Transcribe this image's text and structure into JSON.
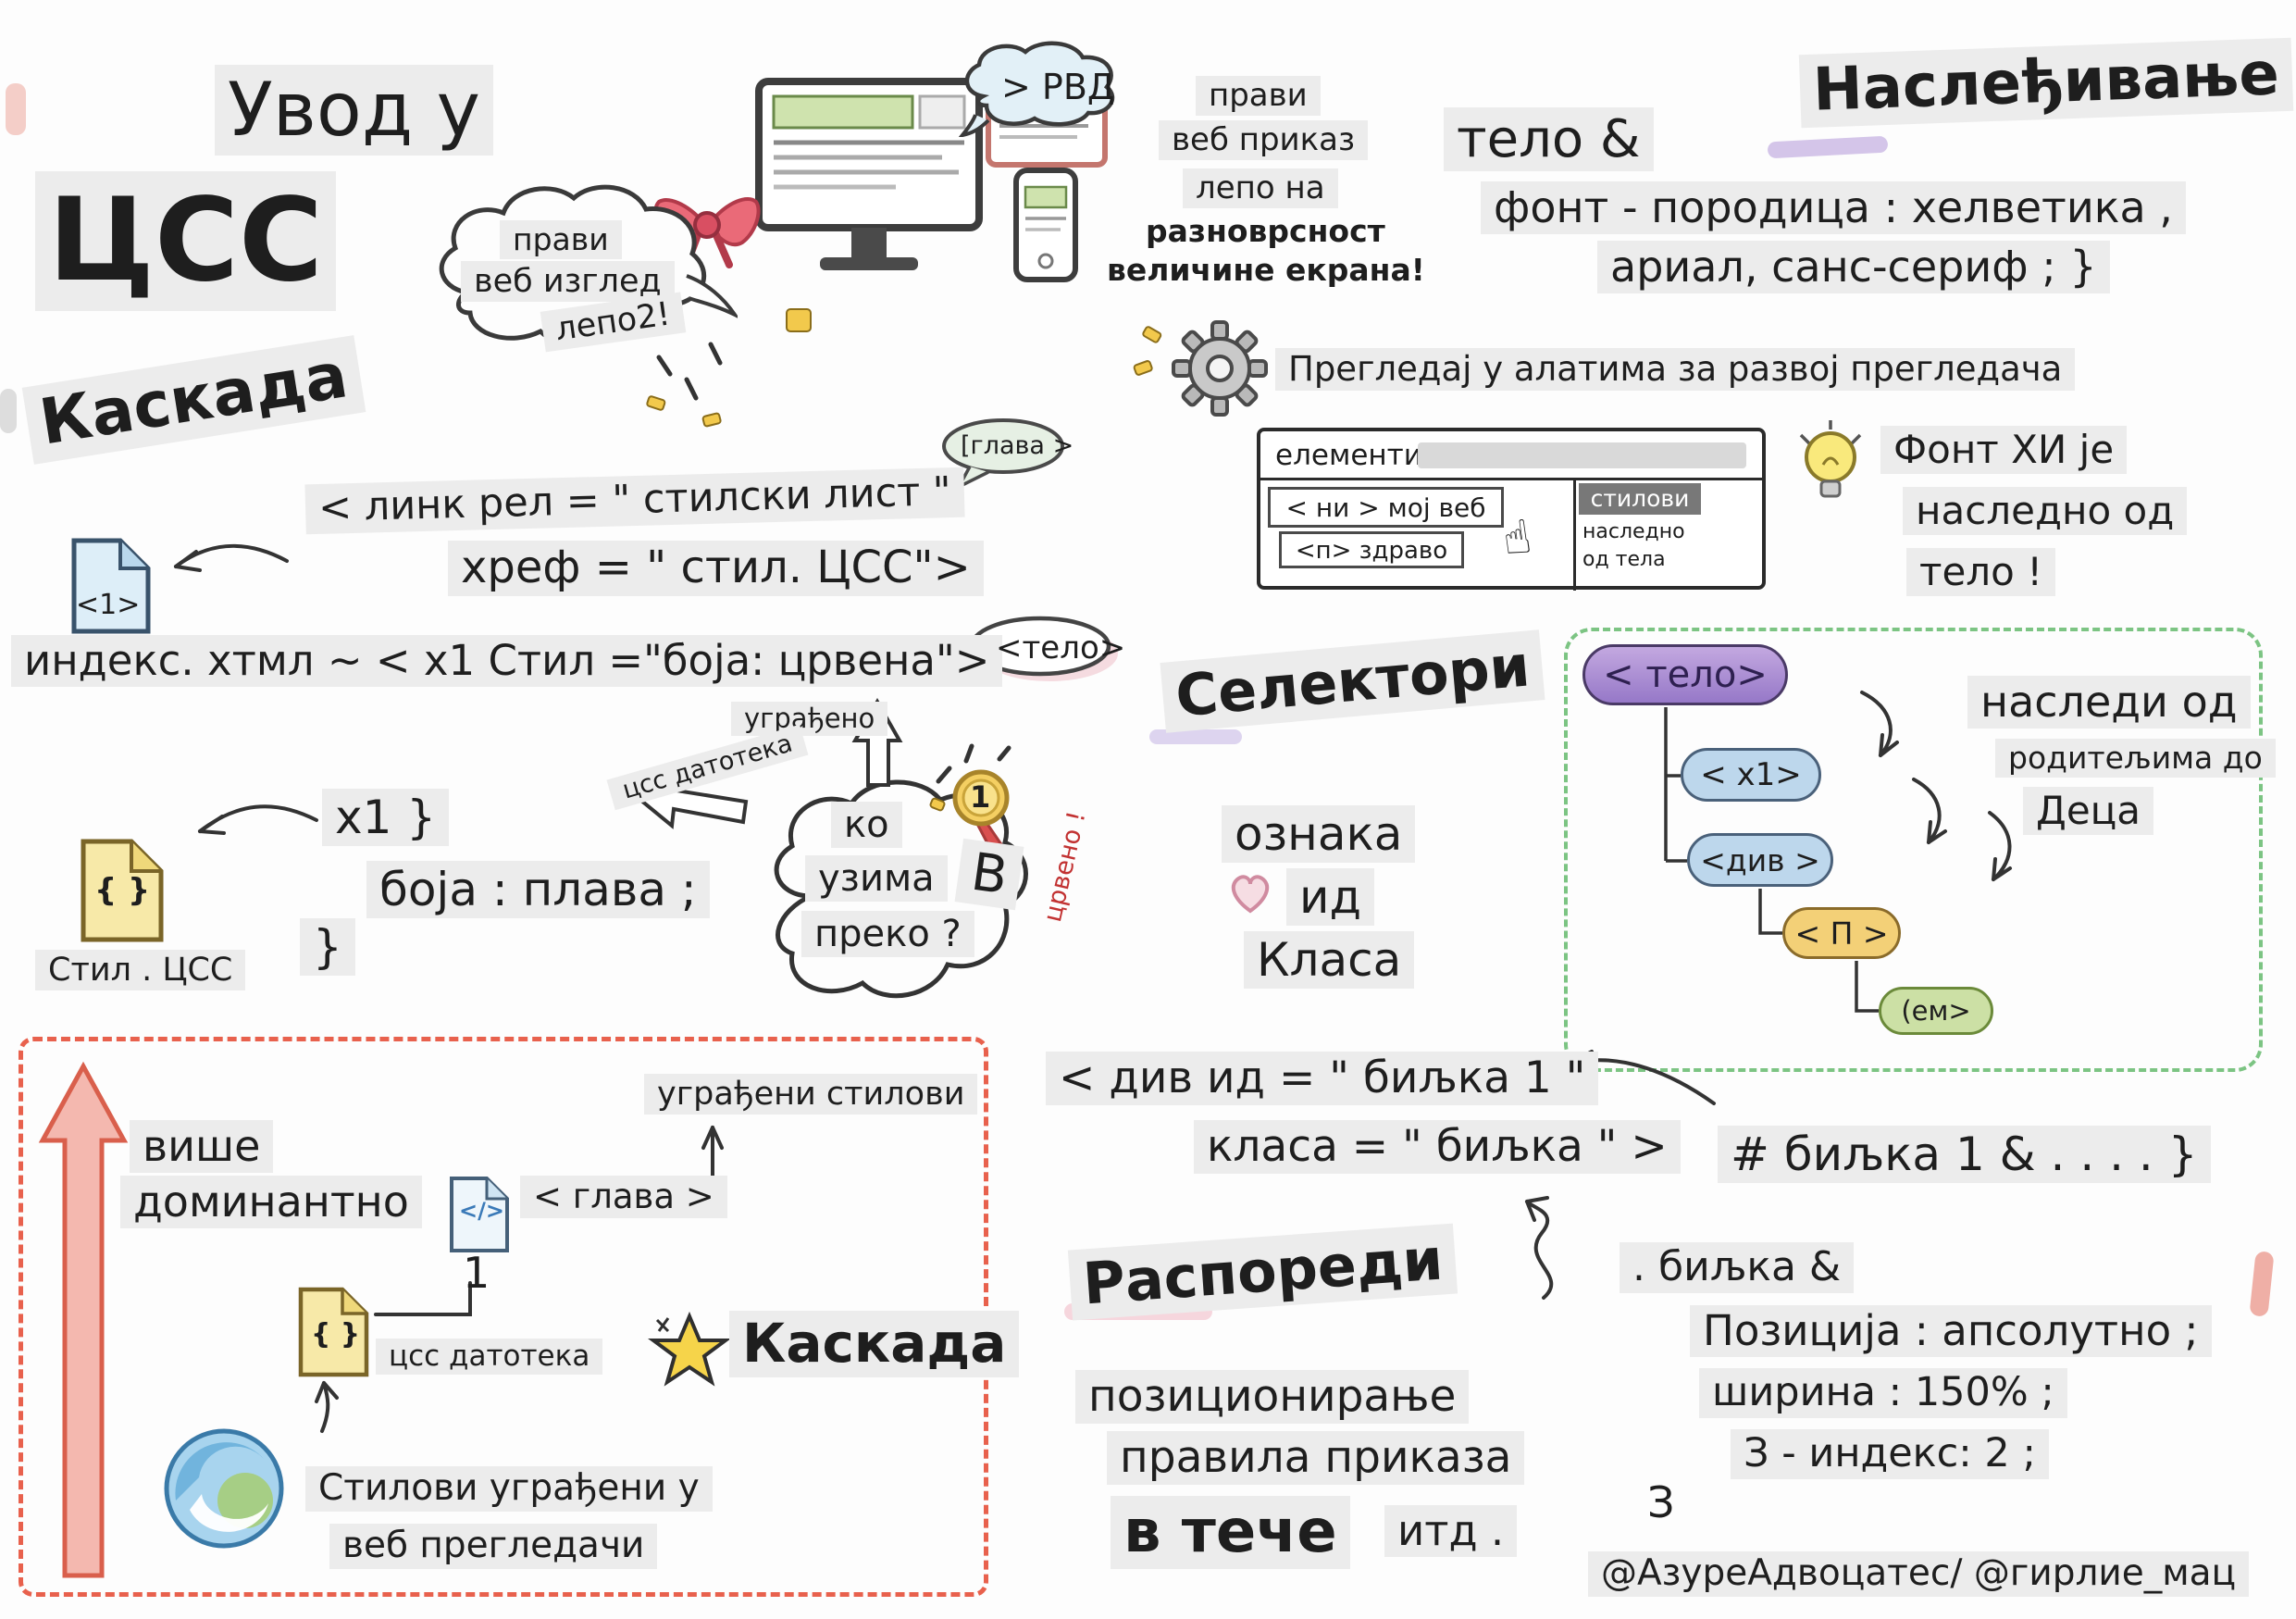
{
  "header": {
    "title_line1": "Увод у",
    "title_line2": "ЦСС"
  },
  "design_cloud": {
    "lines": [
      "прави",
      "веб изглед",
      "лепо2!"
    ]
  },
  "rwd": {
    "cloud": "> РВД",
    "note": [
      "прави",
      "веб приказ",
      "лепо на",
      "разноврсност",
      "величине екрана!"
    ]
  },
  "inheritance": {
    "heading": "Наслеђивање",
    "body_amp": "тело &",
    "font_line1": "фонт - породица : хелветика ,",
    "font_line2": "ариал, санс-сериф ; }",
    "bulb_line1": "Фонт ХИ је",
    "bulb_line2": "наследно од",
    "bulb_line3": "тело !"
  },
  "devtools": {
    "tip": "Прегледај у алатима за развој прегледача",
    "elements_tab": "елементи",
    "row1": "< ни > мој веб",
    "row2": "<п> здраво",
    "styles_tab": "стилови",
    "styles_line1": "наследно",
    "styles_line2": "од тела",
    "pointer_icon": "☝"
  },
  "cascade": {
    "heading": "Каскада",
    "link_line1": "< линк рел = \" стилски лист \"",
    "link_line2": "хреф = \" стил. ЦСС\">",
    "doc1_label": "<1>",
    "index_line": "индекс. хтмл ~ < х1 Стил =\"боја: црвена\">",
    "head_bubble": "[глава >",
    "body_bubble": "<тело>",
    "embedded": "уграђено",
    "css_file": "цсс датотека",
    "cloud_lines": [
      "ко",
      "узима",
      "преко ?"
    ],
    "v_label": "В",
    "medal": "1",
    "red_note": "црвено !",
    "rule_line1": "х1 }",
    "rule_line2": "боја : плава ;",
    "rule_line3": "}",
    "doc2_label": "{ }",
    "doc2_caption": "Стил . ЦСС"
  },
  "selectors": {
    "heading": "Селектори",
    "tag": "ознака",
    "id": "ид",
    "class": "Класа",
    "tree": {
      "body": "< тело>",
      "h1": "< х1>",
      "div": "<див >",
      "p": "< П >",
      "em": "(ем>",
      "inherit_line1": "наследи од",
      "inherit_line2": "родитељима до",
      "inherit_line3": "Деца"
    },
    "plant_line1": "< див ид = \" биљка 1 \"",
    "plant_line2": "класа = \" биљка \"   >",
    "id_rule": "# биљка 1 & . . . . }",
    "class_rule": ". биљка &",
    "position_rule": "Позиција : апсолутно ;",
    "width_rule": "ширина : 150% ;",
    "zindex_rule": "З - индекс: 2 ;",
    "z_stray": "З"
  },
  "layout": {
    "heading": "Распореди",
    "positioning": "позиционирање",
    "display_rules": "правила приказа",
    "flow": "в тече",
    "etc": "итд ."
  },
  "cascade_box": {
    "more_line1": "више",
    "more_line2": "доминантно",
    "embedded_styles": "уграђени стилови",
    "doc3_label": "</>",
    "head_label": "< глава >",
    "order_one": "1",
    "doc4_label": "{ }",
    "css_file": "цсс датотека",
    "star_label": "Каскада",
    "browsers_line1": "Стилови уграђени у",
    "browsers_line2": "веб прегледачи"
  },
  "credit": "@АзуреАдвоцатес/ @гирлие_мац"
}
